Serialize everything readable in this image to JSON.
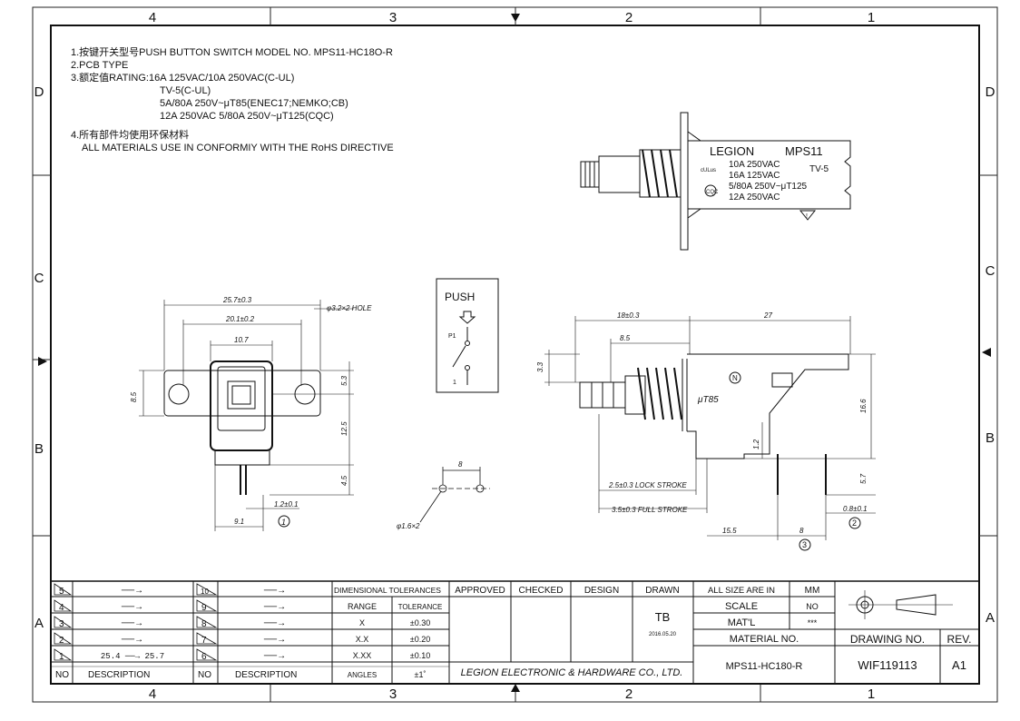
{
  "border": {
    "top_zones": [
      "4",
      "3",
      "2",
      "1"
    ],
    "bottom_zones": [
      "4",
      "3",
      "2",
      "1"
    ],
    "left_zones": [
      "D",
      "C",
      "B",
      "A"
    ],
    "right_zones": [
      "D",
      "C",
      "B",
      "A"
    ]
  },
  "notes": {
    "line1": "1.按键开关型号PUSH BUTTON SWITCH MODEL NO. MPS11-HC18O-R",
    "line2": "2.PCB TYPE",
    "line3": "3.额定值RATING:16A 125VAC/10A 250VAC(C-UL)",
    "line4": "TV-5(C-UL)",
    "line5": "5A/80A 250V~μT85(ENEC17;NEMKO;CB)",
    "line6": "12A 250VAC 5/80A 250V~μT125(CQC)",
    "line7": "4.所有部件均使用环保材料",
    "line8": "ALL MATERIALS USE IN CONFORMIY  WITH THE RoHS DIRECTIVE"
  },
  "label_view": {
    "brand": "LEGION",
    "model": "MPS11",
    "r1": "10A 250VAC",
    "r2": "16A 125VAC",
    "r3": "5/80A 250V~μT125",
    "r4": "12A 250VAC",
    "tv": "TV-5",
    "ul_mark": "cULus",
    "cqc_mark": "CQC",
    "warn": "!"
  },
  "front_view": {
    "d1": "25.7±0.3",
    "d2": "20.1±0.2",
    "d3": "10.7",
    "hole": "φ3.2×2 HOLE",
    "d_left": "8.5",
    "d_r1": "5.3",
    "d_r2": "12.5",
    "d_r3": "4.5",
    "d_pin": "1.2±0.1",
    "d_bot": "9.1",
    "callout": "1"
  },
  "schematic": {
    "title": "PUSH",
    "p1": "P1",
    "p2": "1"
  },
  "hole_pattern": {
    "spacing": "8",
    "dia": "φ1.6×2"
  },
  "side_view": {
    "d_top1": "18±0.3",
    "d_top2": "27",
    "d_left": "8.5",
    "d_v": "3.3",
    "mark": "μT85",
    "d_h": "16.6",
    "d_12": "1.2",
    "d_57": "5.7",
    "lock": "2.5±0.3  LOCK  STROKE",
    "full": "3.5±0.3  FULL  STROKE",
    "d_155": "15.5",
    "d_8": "8",
    "d_08": "0.8±0.1",
    "c2": "2",
    "c3": "3",
    "n_mark": "N"
  },
  "title_block": {
    "rev_rows": [
      {
        "no": "5",
        "desc": "──→"
      },
      {
        "no": "4",
        "desc": "──→"
      },
      {
        "no": "3",
        "desc": "──→"
      },
      {
        "no": "2",
        "desc": "──→"
      },
      {
        "no": "1",
        "desc": "25.4 ──→ 25.7"
      }
    ],
    "rev_rows2": [
      {
        "no": "10",
        "desc": "──→"
      },
      {
        "no": "9",
        "desc": "──→"
      },
      {
        "no": "8",
        "desc": "──→"
      },
      {
        "no": "7",
        "desc": "──→"
      },
      {
        "no": "6",
        "desc": "──→"
      }
    ],
    "no_label": "NO",
    "desc_label": "DESCRIPTION",
    "dim_tol": "DIMENSIONAL TOLERANCES",
    "range": "RANGE",
    "tolerance": "TOLERANCE",
    "tol_rows": [
      {
        "r": "X",
        "t": "±0.30"
      },
      {
        "r": "X.X",
        "t": "±0.20"
      },
      {
        "r": "X.XX",
        "t": "±0.10"
      },
      {
        "r": "ANGLES",
        "t": "±1˚"
      }
    ],
    "approved": "APPROVED",
    "checked": "CHECKED",
    "design": "DESIGN",
    "drawn": "DRAWN",
    "drawn_by": "TB",
    "drawn_date": "2016.05.20",
    "company": "LEGION ELECTRONIC & HARDWARE CO., LTD.",
    "size_label": "ALL SIZE ARE IN",
    "size_unit": "MM",
    "scale": "SCALE",
    "scale_val": "NO",
    "matl": "MAT'L",
    "matl_val": "***",
    "material_no": "MATERIAL NO.",
    "material_val": "MPS11-HC180-R",
    "drawing_no": "DRAWING NO.",
    "rev": "REV.",
    "drawing_val": "WIF119113",
    "rev_val": "A1"
  }
}
